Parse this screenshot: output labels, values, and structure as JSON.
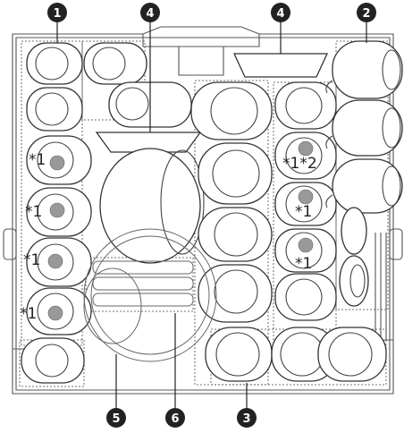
{
  "diagram": {
    "callouts": [
      {
        "id": "c1",
        "label": "1"
      },
      {
        "id": "c4a",
        "label": "4"
      },
      {
        "id": "c4b",
        "label": "4"
      },
      {
        "id": "c2",
        "label": "2"
      },
      {
        "id": "c5",
        "label": "5"
      },
      {
        "id": "c6",
        "label": "6"
      },
      {
        "id": "c3",
        "label": "3"
      }
    ],
    "marks": [
      {
        "id": "m1",
        "label": "*1"
      },
      {
        "id": "m2",
        "label": "*1"
      },
      {
        "id": "m3",
        "label": "*1"
      },
      {
        "id": "m4",
        "label": "*1"
      },
      {
        "id": "m5",
        "label": "*1*2"
      },
      {
        "id": "m6",
        "label": "*1"
      },
      {
        "id": "m7",
        "label": "*1"
      }
    ]
  }
}
